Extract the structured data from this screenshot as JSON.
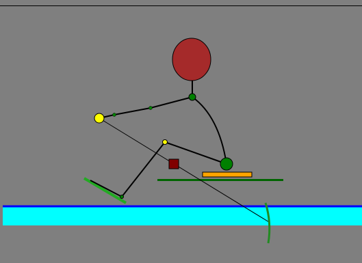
{
  "scene": {
    "type": "rowing-stroke-simulation",
    "colors": {
      "background": "#7f7f7f",
      "frame_border": "#000000",
      "water": "#00ffff",
      "water_line": "#0000ff",
      "head": "#a52a2a",
      "joint": "#008000",
      "hand": "#ffff00",
      "seat": "#ffa500",
      "handle": "#800000",
      "foot_stretcher": "#22aa22",
      "oar_blade": "#228b22",
      "slide": "#006400",
      "body_line": "#000000"
    },
    "elements": [
      "head",
      "neck",
      "back",
      "upper-arm",
      "forearm",
      "hand",
      "thigh",
      "shin",
      "foot",
      "hip",
      "seat",
      "slide-rail",
      "oar-handle",
      "oar-shaft",
      "oar-blade",
      "foot-stretcher",
      "water"
    ]
  }
}
